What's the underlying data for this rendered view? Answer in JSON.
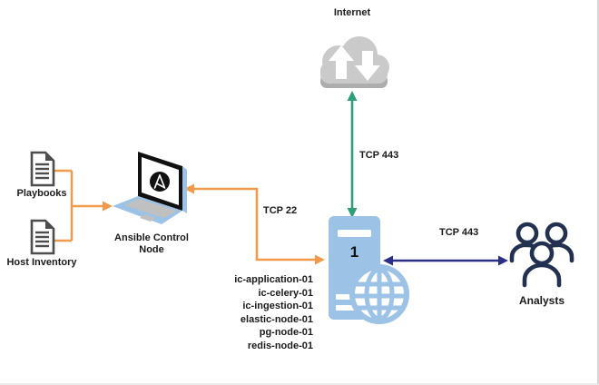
{
  "internet": {
    "label": "Internet"
  },
  "connections": {
    "internet_server": "TCP 443",
    "ansible_server": "TCP 22",
    "server_analysts": "TCP 443"
  },
  "documents": {
    "playbooks": "Playbooks",
    "host_inventory": "Host Inventory"
  },
  "ansible": {
    "label": "Ansible Control Node"
  },
  "server": {
    "badge": "1",
    "nodes": [
      "ic-application-01",
      "ic-celery-01",
      "ic-ingestion-01",
      "elastic-node-01",
      "pg-node-01",
      "redis-node-01"
    ]
  },
  "analysts": {
    "label": "Analysts"
  },
  "colors": {
    "orange": "#F09B4C",
    "green": "#2E9E78",
    "navy_arrow": "#2B2F85",
    "icon_navy": "#223150",
    "device_blue": "#9CC2E5",
    "cloud_gray": "#CACACA",
    "cloud_rim": "#ADADAD",
    "doc_gray": "#4D4D4D"
  }
}
